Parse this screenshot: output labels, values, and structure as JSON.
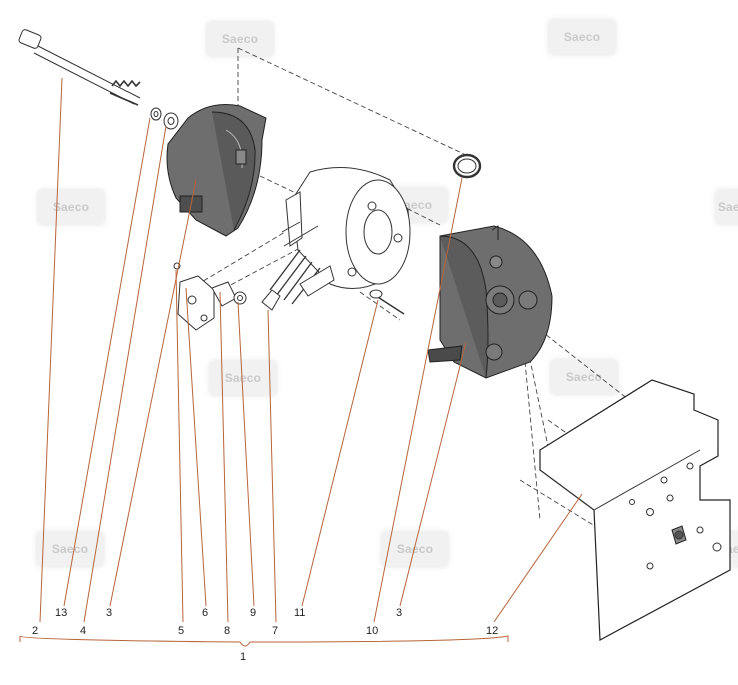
{
  "watermark_text": "Saeco",
  "callouts": [
    {
      "id": "c-2",
      "label": "2"
    },
    {
      "id": "c-13",
      "label": "13"
    },
    {
      "id": "c-4",
      "label": "4"
    },
    {
      "id": "c-3a",
      "label": "3"
    },
    {
      "id": "c-5",
      "label": "5"
    },
    {
      "id": "c-6",
      "label": "6"
    },
    {
      "id": "c-8",
      "label": "8"
    },
    {
      "id": "c-9",
      "label": "9"
    },
    {
      "id": "c-7",
      "label": "7"
    },
    {
      "id": "c-11",
      "label": "11"
    },
    {
      "id": "c-10",
      "label": "10"
    },
    {
      "id": "c-3b",
      "label": "3"
    },
    {
      "id": "c-12",
      "label": "12"
    }
  ],
  "assembly_label": "1",
  "colors": {
    "leader": "#b8653a",
    "line": "#333333",
    "part_dark": "#6a6a6a",
    "part_light": "#ffffff"
  }
}
